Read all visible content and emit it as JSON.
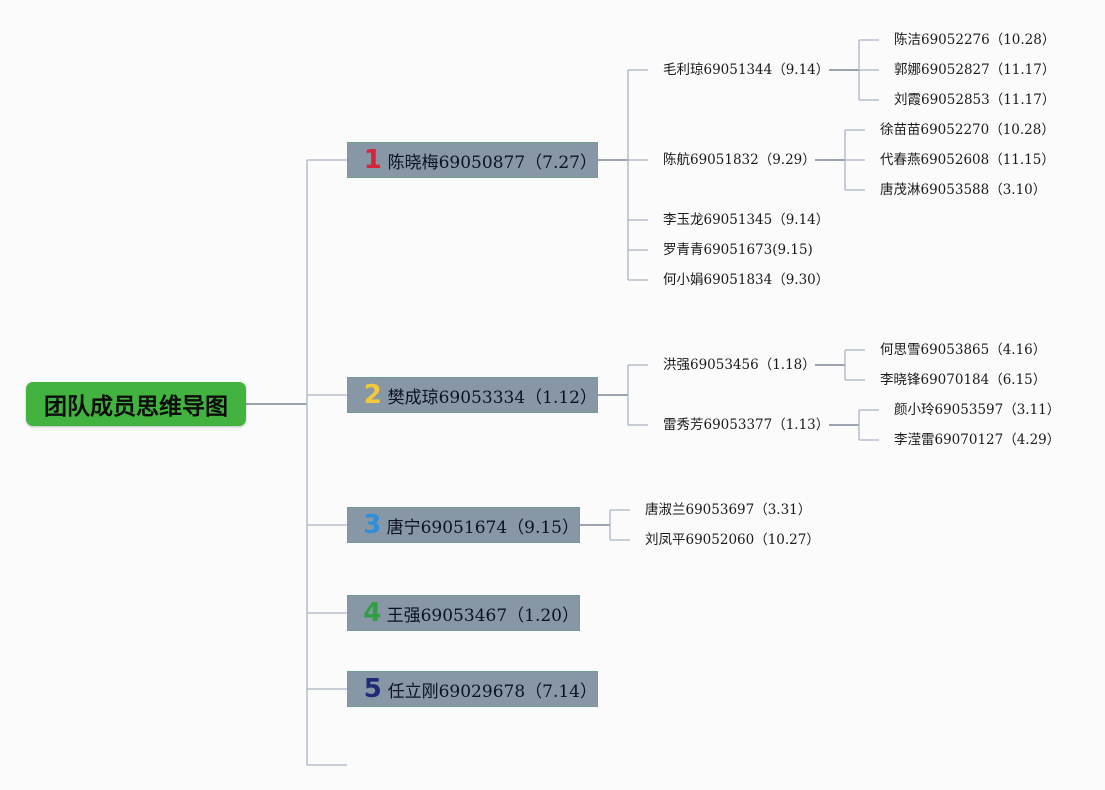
{
  "root": {
    "label": "团队成员思维导图"
  },
  "branches": [
    {
      "number": "1",
      "number_color": "#d8243a",
      "label": "陈晓梅69050877（7.27）",
      "children": [
        {
          "label": "毛利琼69051344（9.14）",
          "children": [
            {
              "label": "陈洁69052276（10.28）"
            },
            {
              "label": "郭娜69052827（11.17）"
            },
            {
              "label": "刘霞69052853（11.17）"
            }
          ]
        },
        {
          "label": "陈航69051832（9.29）",
          "children": [
            {
              "label": "徐苗苗69052270（10.28）"
            },
            {
              "label": "代春燕69052608（11.15）"
            },
            {
              "label": "唐茂淋69053588（3.10）"
            }
          ]
        },
        {
          "label": "李玉龙69051345（9.14）"
        },
        {
          "label": "罗青青69051673(9.15)"
        },
        {
          "label": "何小娟69051834（9.30）"
        }
      ]
    },
    {
      "number": "2",
      "number_color": "#f2c93a",
      "label": "樊成琼69053334（1.12）",
      "children": [
        {
          "label": "洪强69053456（1.18）",
          "children": [
            {
              "label": "何思雪69053865（4.16）"
            },
            {
              "label": "李晓锋69070184（6.15）"
            }
          ]
        },
        {
          "label": "雷秀芳69053377（1.13）",
          "children": [
            {
              "label": "颜小玲69053597（3.11）"
            },
            {
              "label": "李滢雷69070127（4.29）"
            }
          ]
        }
      ]
    },
    {
      "number": "3",
      "number_color": "#2e8fd8",
      "label": "唐宁69051674（9.15）",
      "children": [
        {
          "label": "唐淑兰69053697（3.31）"
        },
        {
          "label": "刘凤平69052060（10.27）"
        }
      ]
    },
    {
      "number": "4",
      "number_color": "#2ea043",
      "label": "王强69053467（1.20）",
      "children": []
    },
    {
      "number": "5",
      "number_color": "#1f2a78",
      "label": "任立刚69029678（7.14）",
      "children": []
    }
  ]
}
